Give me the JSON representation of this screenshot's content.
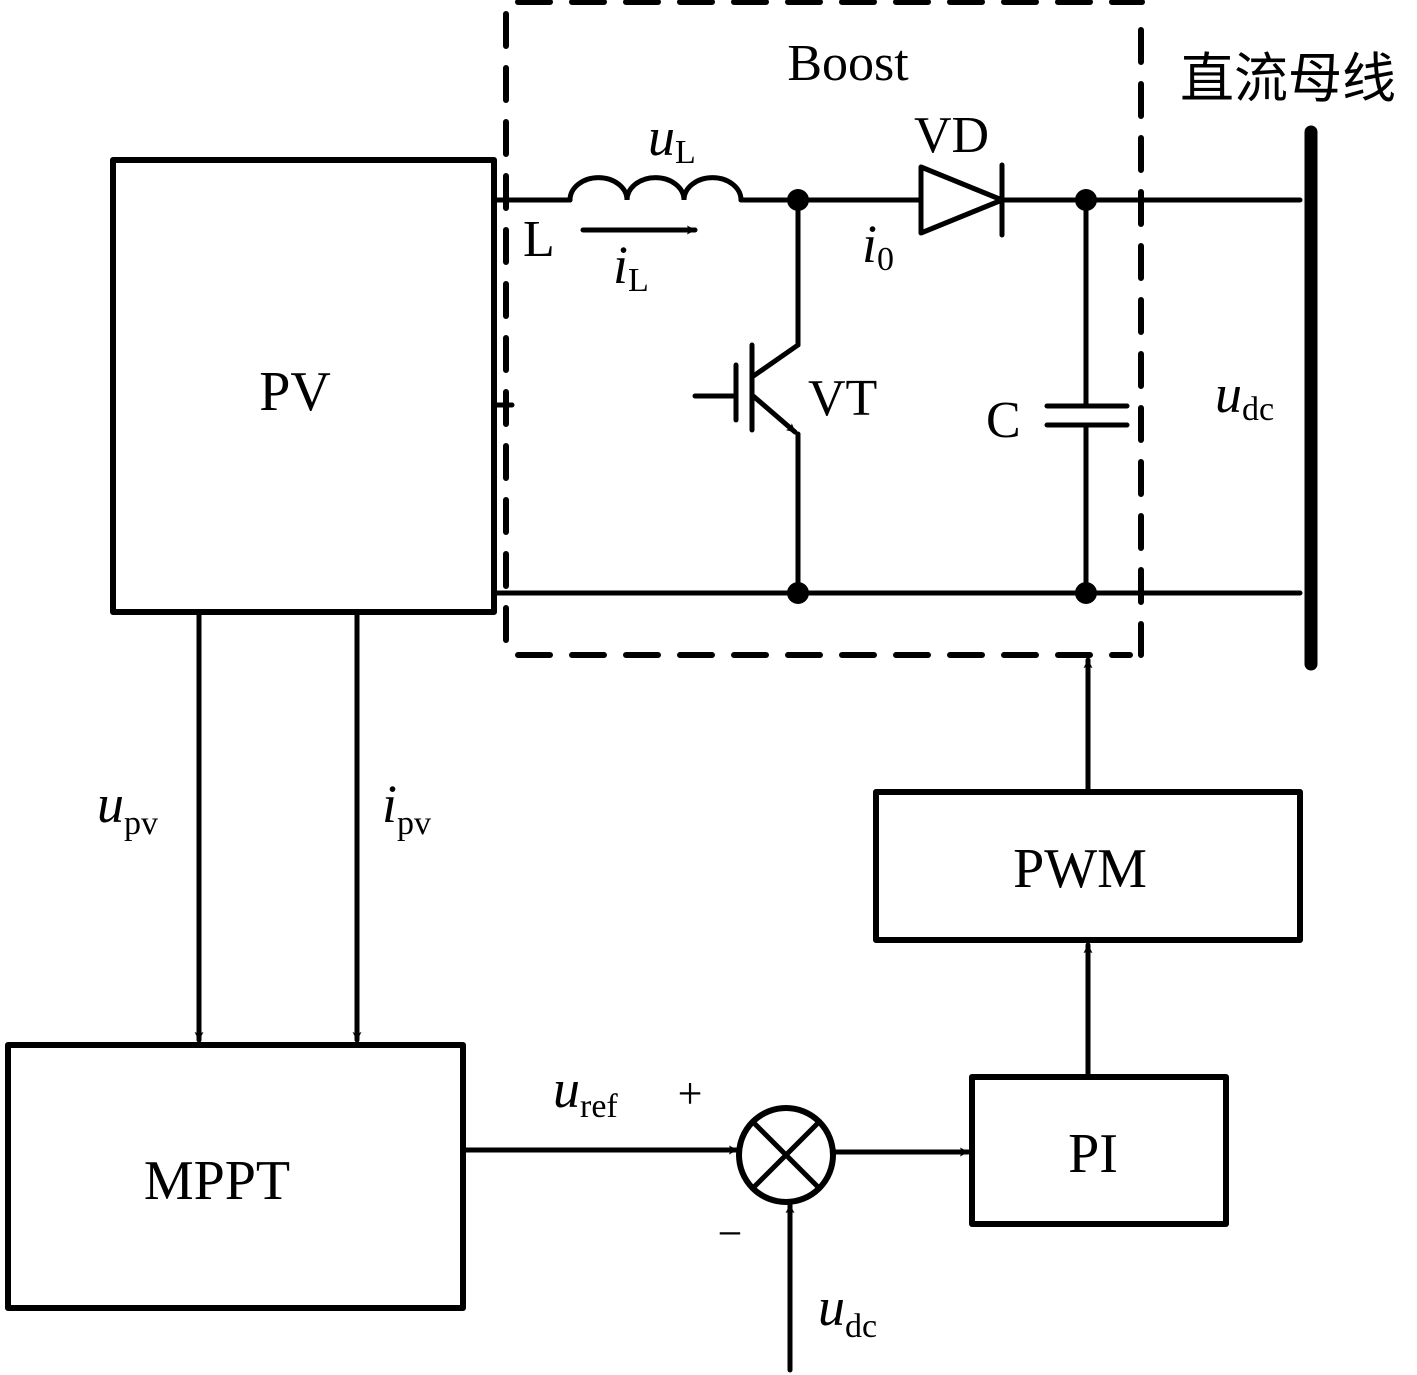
{
  "diagram": {
    "colors": {
      "line": "#000000",
      "background": "#ffffff"
    },
    "blocks": {
      "pv": "PV",
      "mppt": "MPPT",
      "pwm": "PWM",
      "pi": "PI"
    },
    "boost": {
      "title": "Boost",
      "inductor": {
        "name": "L",
        "voltage_sym": "u",
        "voltage_sub": "L",
        "current_sym": "i",
        "current_sub": "L"
      },
      "diode": {
        "name": "VD",
        "current_sym": "i",
        "current_sub": "0"
      },
      "switch": {
        "name": "VT"
      },
      "capacitor": {
        "name": "C"
      }
    },
    "dc_bus": {
      "label": "直流母线",
      "voltage_sym": "u",
      "voltage_sub": "dc"
    },
    "signals": {
      "upv": {
        "sym": "u",
        "sub": "pv"
      },
      "ipv": {
        "sym": "i",
        "sub": "pv"
      },
      "uref": {
        "sym": "u",
        "sub": "ref"
      },
      "udc_feedback": {
        "sym": "u",
        "sub": "dc"
      }
    },
    "summing_junction": {
      "plus": "+",
      "minus": "−"
    }
  }
}
